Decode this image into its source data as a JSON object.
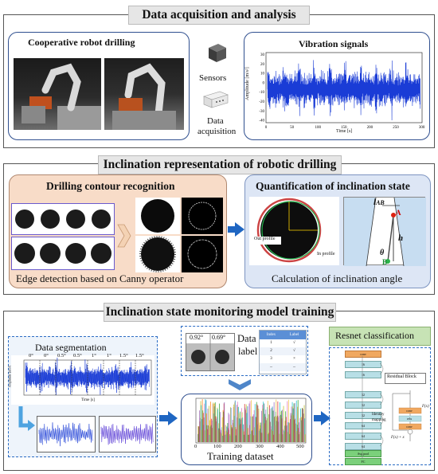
{
  "section1": {
    "title": "Data acquisition and analysis",
    "cooperative_title": "Cooperative robot drilling",
    "sensors_label": "Sensors",
    "daq_label_1": "Data",
    "daq_label_2": "acquisition",
    "vibration_title": "Vibration signals",
    "vib_ylabel": "Amplitude [m/s²]",
    "vib_xlabel": "Time [s]",
    "vib_yticks": [
      "30",
      "20",
      "10",
      "0",
      "-10",
      "-20",
      "-30",
      "-40"
    ],
    "vib_xticks": [
      "0",
      "50",
      "100",
      "150",
      "200",
      "250",
      "300"
    ]
  },
  "section2": {
    "title": "Inclination representation of robotic drilling",
    "contour_title": "Drilling contour recognition",
    "contour_caption": "Edge detection based on Canny operator",
    "quant_title": "Quantification of inclination state",
    "quant_caption": "Calculation of inclination angle",
    "out_profile": "Out profile",
    "in_profile": "In profile",
    "label_lab": "l",
    "label_lab_sub": "AB",
    "label_h": "h",
    "label_theta": "θ",
    "label_A": "A",
    "label_B": "B"
  },
  "section3": {
    "title": "Inclination state monitoring model training",
    "seg_title": "Data segmentation",
    "seg_angles": [
      "0°",
      "0°",
      "0.5°",
      "0.5°",
      "1°",
      "1°",
      "1.5°",
      "1.5°"
    ],
    "seg_ylabel": "Amplitude [m/s²]",
    "seg_xlabel": "Time [s]",
    "photo_angle_1": "0.92°",
    "photo_angle_2": "0.69°",
    "data_label_1": "Data",
    "data_label_2": "label",
    "table_headers": [
      "Index",
      "Label"
    ],
    "table_rows": [
      [
        "1",
        "√"
      ],
      [
        "2",
        "√"
      ],
      [
        "3",
        "×"
      ],
      [
        "...",
        "..."
      ]
    ],
    "dataset_caption": "Training dataset",
    "dataset_xticks": [
      "0",
      "100",
      "200",
      "300",
      "400",
      "500"
    ],
    "resnet_title": "Resnet classification",
    "residual_block": "Residual Block",
    "identity_mapping_1": "Identity",
    "identity_mapping_2": "mapping",
    "fx_label": "F(x)",
    "fxx_label": "F(x) + x",
    "res_nodes": [
      "conv",
      "16",
      "16",
      "32",
      "32",
      "32",
      "64",
      "64",
      "64",
      "Avg pool",
      "FC"
    ],
    "res_sub_nodes": [
      "conv",
      "relu",
      "conv"
    ]
  }
}
